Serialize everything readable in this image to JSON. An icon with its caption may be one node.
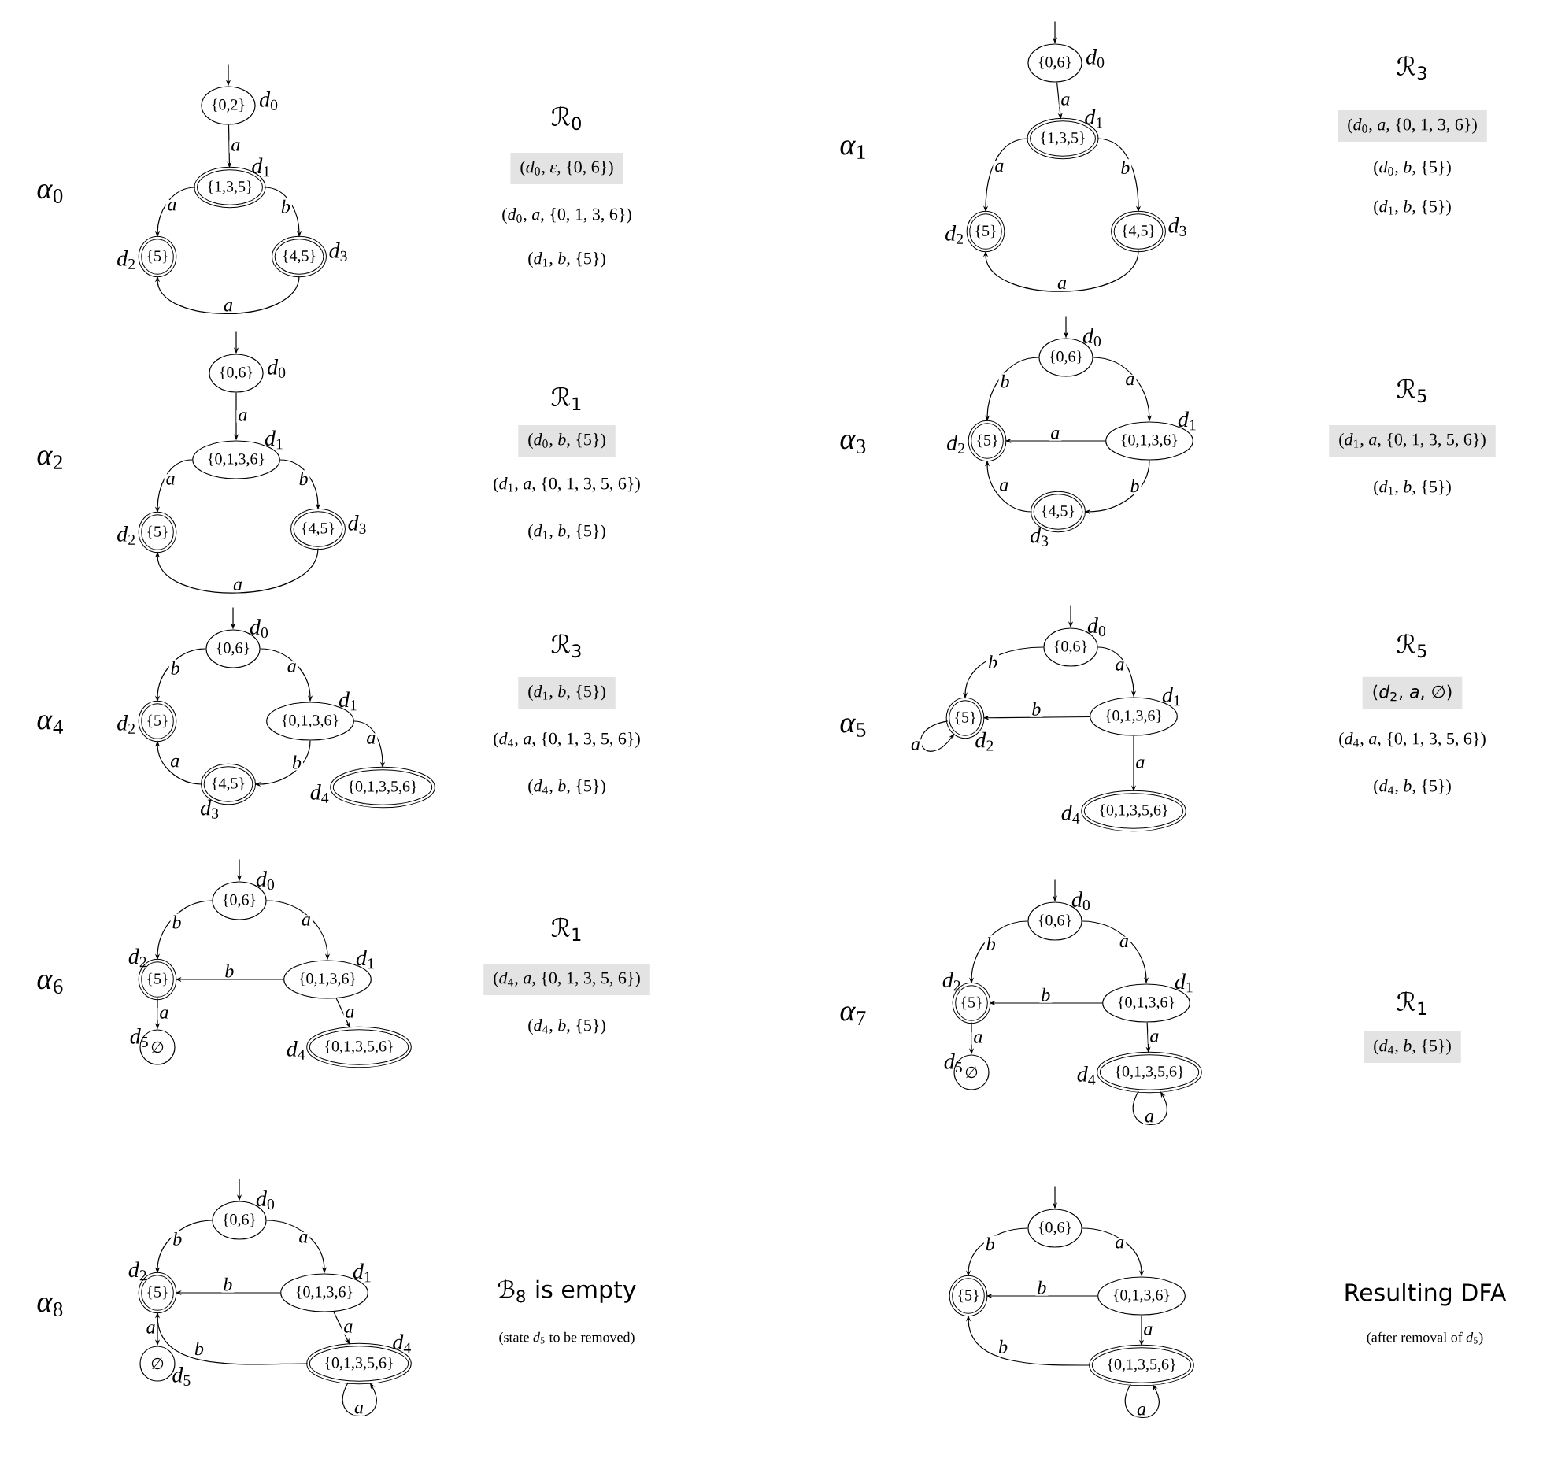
{
  "diagram": {
    "nodes": [
      {
        "text": [
          "{0,2}"
        ],
        "beside": [
          "*d*$_{0}$"
        ]
      },
      {
        "text": [
          "{1,3,5}"
        ],
        "beside": [
          "*d*$_{1}$"
        ]
      },
      {
        "text": [
          "{5}"
        ],
        "beside": [
          "*d*$_{2}$"
        ]
      },
      {
        "text": [
          "{4,5}"
        ],
        "beside": [
          "*d*$_{3}$"
        ]
      },
      {
        "text": [
          "(*d*$_{0}$, *ε*, {0, 6})"
        ]
      },
      {
        "text": [
          "{0,6}"
        ],
        "beside": [
          "*d*$_{0}$"
        ]
      },
      {
        "text": [
          "{1,3,5}"
        ],
        "beside": [
          "*d*$_{1}$"
        ]
      },
      {
        "text": [
          "{5}"
        ],
        "beside": [
          "*d*$_{2}$"
        ]
      },
      {
        "text": [
          "{4,5}"
        ],
        "beside": [
          "*d*$_{3}$"
        ]
      },
      {
        "text": [
          "(*d*$_{0}$, *a*, {0, 1, 3, 6})"
        ]
      },
      {
        "text": [
          "{0,6}"
        ],
        "beside": [
          "*d*$_{0}$"
        ]
      },
      {
        "text": [
          "{0,1,3,6}"
        ],
        "beside": [
          "*d*$_{1}$"
        ]
      },
      {
        "text": [
          "{5}"
        ],
        "beside": [
          "*d*$_{2}$"
        ]
      },
      {
        "text": [
          "{4,5}"
        ],
        "beside": [
          "*d*$_{3}$"
        ]
      },
      {
        "text": [
          "(*d*$_{0}$, *b*, {5})"
        ]
      },
      {
        "text": [
          "{0,6}"
        ],
        "beside": [
          "*d*$_{0}$"
        ]
      },
      {
        "text": [
          "{0,1,3,6}"
        ],
        "beside": [
          "*d*$_{1}$"
        ]
      },
      {
        "text": [
          "{5}"
        ],
        "beside": [
          "*d*$_{2}$"
        ]
      },
      {
        "text": [
          "{4,5}"
        ],
        "beside": [
          "*d*$_{3}$"
        ]
      },
      {
        "text": [
          "(*d*$_{1}$, *a*, {0, 1, 3, 5, 6})"
        ]
      },
      {
        "text": [
          "{0,6}"
        ],
        "beside": [
          "*d*$_{0}$"
        ]
      },
      {
        "text": [
          "{0,1,3,6}"
        ],
        "beside": [
          "*d*$_{1}$"
        ]
      },
      {
        "text": [
          "{5}"
        ],
        "beside": [
          "*d*$_{2}$"
        ]
      },
      {
        "text": [
          "{4,5}"
        ],
        "beside": [
          "*d*$_{3}$"
        ]
      },
      {
        "text": [
          "{0,1,3,5,6}"
        ],
        "beside": [
          "*d*$_{4}$"
        ]
      },
      {
        "text": [
          "(*d*$_{1}$, *b*, {5})"
        ]
      },
      {
        "text": [
          "{0,6}"
        ],
        "beside": [
          "*d*$_{0}$"
        ]
      },
      {
        "text": [
          "{0,1,3,6}"
        ],
        "beside": [
          "*d*$_{1}$"
        ]
      },
      {
        "text": [
          "{5}"
        ],
        "beside": [
          "*d*$_{2}$"
        ]
      },
      {
        "text": [
          "{0,1,3,5,6}"
        ],
        "beside": [
          "*d*$_{4}$"
        ]
      },
      {
        "text": [
          "(*d*$_{2}$, *a*, ∅)"
        ]
      },
      {
        "text": [
          "{0,6}"
        ],
        "beside": [
          "*d*$_{0}$"
        ]
      },
      {
        "text": [
          "{0,1,3,6}"
        ],
        "beside": [
          "*d*$_{1}$"
        ]
      },
      {
        "text": [
          "{5}"
        ],
        "beside": [
          "*d*$_{2}$"
        ]
      },
      {
        "text": [
          "∅"
        ],
        "beside": [
          "*d*$_{5}$"
        ]
      },
      {
        "text": [
          "{0,1,3,5,6}"
        ],
        "beside": [
          "*d*$_{4}$"
        ]
      },
      {
        "text": [
          "(*d*$_{4}$, *a*, {0, 1, 3, 5, 6})"
        ]
      },
      {
        "text": [
          "{0,6}"
        ],
        "beside": [
          "*d*$_{0}$"
        ]
      },
      {
        "text": [
          "{0,1,3,6}"
        ],
        "beside": [
          "*d*$_{1}$"
        ]
      },
      {
        "text": [
          "{5}"
        ],
        "beside": [
          "*d*$_{2}$"
        ]
      },
      {
        "text": [
          "∅"
        ],
        "beside": [
          "*d*$_{5}$"
        ]
      },
      {
        "text": [
          "{0,1,3,5,6}"
        ],
        "beside": [
          "*d*$_{4}$"
        ]
      },
      {
        "text": [
          "(*d*$_{4}$, *b*, {5})"
        ]
      },
      {
        "text": [
          "{0,6}"
        ],
        "beside": [
          "*d*$_{0}$"
        ]
      },
      {
        "text": [
          "{0,1,3,6}"
        ],
        "beside": [
          "*d*$_{1}$"
        ]
      },
      {
        "text": [
          "{5}"
        ],
        "beside": [
          "*d*$_{2}$"
        ]
      },
      {
        "text": [
          "∅"
        ],
        "beside": [
          "*d*$_{5}$"
        ]
      },
      {
        "text": [
          "{0,1,3,5,6}"
        ],
        "beside": [
          "*d*$_{4}$"
        ]
      },
      {
        "text": [
          "{0,6}"
        ]
      },
      {
        "text": [
          "{0,1,3,6}"
        ]
      },
      {
        "text": [
          "{5}"
        ]
      },
      {
        "text": [
          "{0,1,3,5,6}"
        ]
      }
    ],
    "edges": [
      {
        "from": null,
        "to": 0,
        "arrow": "to"
      },
      {
        "from": 0,
        "to": 1,
        "arrow": "to",
        "label": "a"
      },
      {
        "from": 1,
        "to": 2,
        "arrow": "to",
        "label": "a"
      },
      {
        "from": 1,
        "to": 3,
        "arrow": "to",
        "label": "b"
      },
      {
        "from": 3,
        "to": 2,
        "arrow": "to",
        "label": "a"
      },
      {
        "from": null,
        "to": 5,
        "arrow": "to"
      },
      {
        "from": 5,
        "to": 6,
        "arrow": "to",
        "label": "a"
      },
      {
        "from": 6,
        "to": 7,
        "arrow": "to",
        "label": "a"
      },
      {
        "from": 6,
        "to": 8,
        "arrow": "to",
        "label": "b"
      },
      {
        "from": 8,
        "to": 7,
        "arrow": "to",
        "label": "a"
      },
      {
        "from": null,
        "to": 10,
        "arrow": "to"
      },
      {
        "from": 10,
        "to": 11,
        "arrow": "to",
        "label": "a"
      },
      {
        "from": 11,
        "to": 12,
        "arrow": "to",
        "label": "a"
      },
      {
        "from": 11,
        "to": 13,
        "arrow": "to",
        "label": "b"
      },
      {
        "from": 13,
        "to": 12,
        "arrow": "to",
        "label": "a"
      },
      {
        "from": null,
        "to": 15,
        "arrow": "to"
      },
      {
        "from": 15,
        "to": 17,
        "arrow": "to",
        "label": "b"
      },
      {
        "from": 15,
        "to": 16,
        "arrow": "to",
        "label": "a"
      },
      {
        "from": 16,
        "to": 17,
        "arrow": "to",
        "label": "a"
      },
      {
        "from": 16,
        "to": 18,
        "arrow": "to",
        "label": "b"
      },
      {
        "from": 18,
        "to": 17,
        "arrow": "to",
        "label": "a"
      },
      {
        "from": null,
        "to": 20,
        "arrow": "to"
      },
      {
        "from": 20,
        "to": 22,
        "arrow": "to",
        "label": "b"
      },
      {
        "from": 20,
        "to": 21,
        "arrow": "to",
        "label": "a"
      },
      {
        "from": 21,
        "to": 24,
        "arrow": "to",
        "label": "a"
      },
      {
        "from": 21,
        "to": 23,
        "arrow": "to",
        "label": "b"
      },
      {
        "from": 23,
        "to": 22,
        "arrow": "to",
        "label": "a"
      },
      {
        "from": null,
        "to": 26,
        "arrow": "to"
      },
      {
        "from": 26,
        "to": 28,
        "arrow": "to",
        "label": "b"
      },
      {
        "from": 26,
        "to": 27,
        "arrow": "to",
        "label": "a"
      },
      {
        "from": 27,
        "to": 28,
        "arrow": "to",
        "label": "b"
      },
      {
        "from": 28,
        "to": 28,
        "arrow": "to",
        "label": "a"
      },
      {
        "from": 27,
        "to": 29,
        "arrow": "to",
        "label": "a"
      },
      {
        "from": null,
        "to": 31,
        "arrow": "to"
      },
      {
        "from": 31,
        "to": 33,
        "arrow": "to",
        "label": "b"
      },
      {
        "from": 31,
        "to": 32,
        "arrow": "to",
        "label": "a"
      },
      {
        "from": 32,
        "to": 33,
        "arrow": "to",
        "label": "b"
      },
      {
        "from": 33,
        "to": 34,
        "arrow": "to",
        "label": "a"
      },
      {
        "from": 32,
        "to": 35,
        "arrow": "to",
        "label": "a"
      },
      {
        "from": null,
        "to": 37,
        "arrow": "to"
      },
      {
        "from": 37,
        "to": 39,
        "arrow": "to",
        "label": "b"
      },
      {
        "from": 37,
        "to": 38,
        "arrow": "to",
        "label": "a"
      },
      {
        "from": 38,
        "to": 39,
        "arrow": "to",
        "label": "b"
      },
      {
        "from": 39,
        "to": 40,
        "arrow": "to",
        "label": "a"
      },
      {
        "from": 38,
        "to": 41,
        "arrow": "to",
        "label": "a"
      },
      {
        "from": 41,
        "to": 41,
        "arrow": "to",
        "label": "a"
      },
      {
        "from": null,
        "to": 43,
        "arrow": "to"
      },
      {
        "from": 43,
        "to": 45,
        "arrow": "to",
        "label": "b"
      },
      {
        "from": 43,
        "to": 44,
        "arrow": "to",
        "label": "a"
      },
      {
        "from": 44,
        "to": 45,
        "arrow": "to",
        "label": "b"
      },
      {
        "from": 45,
        "to": 46,
        "arrow": "to",
        "label": "a"
      },
      {
        "from": 44,
        "to": 47,
        "arrow": "to",
        "label": "a"
      },
      {
        "from": 47,
        "to": 45,
        "arrow": "to",
        "label": "b"
      },
      {
        "from": 47,
        "to": 47,
        "arrow": "to",
        "label": "a"
      },
      {
        "from": null,
        "to": 48,
        "arrow": "to"
      },
      {
        "from": 48,
        "to": 50,
        "arrow": "to",
        "label": "b"
      },
      {
        "from": 48,
        "to": 49,
        "arrow": "to",
        "label": "a"
      },
      {
        "from": 49,
        "to": 50,
        "arrow": "to",
        "label": "b"
      },
      {
        "from": 49,
        "to": 51,
        "arrow": "to",
        "label": "a"
      },
      {
        "from": 51,
        "to": 50,
        "arrow": "to",
        "label": "b"
      },
      {
        "from": 51,
        "to": 51,
        "arrow": "to",
        "label": "a"
      }
    ],
    "labels": [
      "*α*$_{0}$",
      "ℛ$_{0}$",
      "(*d*$_{0}$, *a*, {0, 1, 3, 6})",
      "(*d*$_{1}$, *b*, {5})",
      "*α*$_{1}$",
      "ℛ$_{3}$",
      "(*d*$_{0}$, *b*, {5})",
      "(*d*$_{1}$, *b*, {5})",
      "*α*$_{2}$",
      "ℛ$_{1}$",
      "(*d*$_{1}$, *a*, {0, 1, 3, 5, 6})",
      "(*d*$_{1}$, *b*, {5})",
      "*α*$_{3}$",
      "ℛ$_{5}$",
      "(*d*$_{1}$, *b*, {5})",
      "*α*$_{4}$",
      "ℛ$_{3}$",
      "(*d*$_{4}$, *a*, {0, 1, 3, 5, 6})",
      "(*d*$_{4}$, *b*, {5})",
      "*α*$_{5}$",
      "ℛ$_{5}$",
      "(*d*$_{4}$, *a*, {0, 1, 3, 5, 6})",
      "(*d*$_{4}$, *b*, {5})",
      "*α*$_{6}$",
      "ℛ$_{1}$",
      "(*d*$_{4}$, *b*, {5})",
      "*α*$_{7}$",
      "ℛ$_{1}$",
      "*α*$_{8}$",
      "ℬ$_{8}$ is empty",
      "(state *d*$_{5}$ to be removed)",
      "Resulting DFA",
      "(after removal of *d*$_{5}$)"
    ]
  }
}
